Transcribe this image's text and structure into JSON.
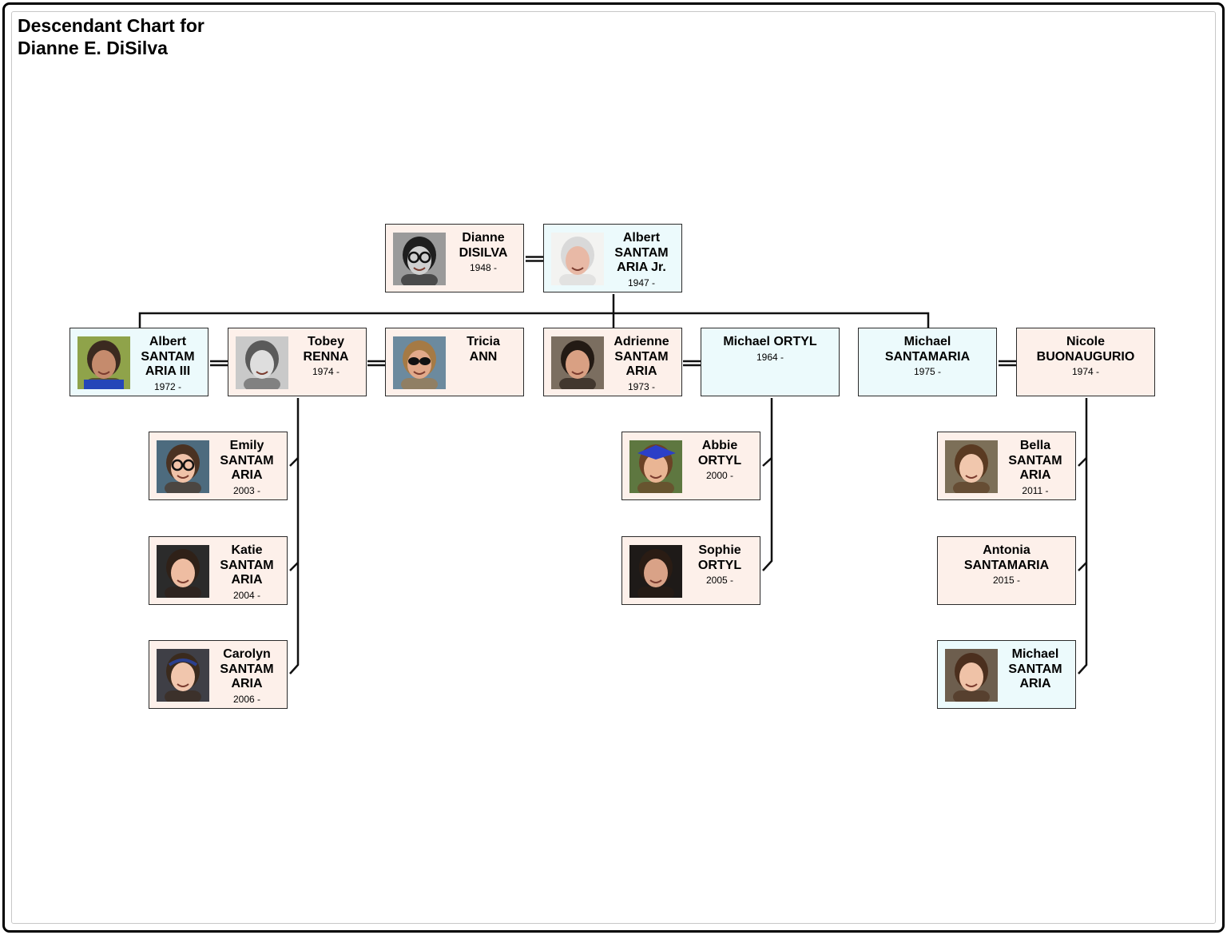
{
  "title": {
    "line1": "Descendant Chart for",
    "line2": "Dianne E. DiSilva"
  },
  "colors": {
    "female_box": "#fdf0ea",
    "male_box": "#ecfafc",
    "line": "#111111"
  },
  "people": {
    "dianne": {
      "name": "Dianne\nDISILVA",
      "dates": "1948 -",
      "sex": "female",
      "photo": "portrait-photo-bw-glasses"
    },
    "albert_jr": {
      "name": "Albert\nSANTAM\nARIA Jr.",
      "dates": "1947 -",
      "sex": "male",
      "photo": "portrait-photo-older-man"
    },
    "albert_iii": {
      "name": "Albert\nSANTAM\nARIA III",
      "dates": "1972 -",
      "sex": "male",
      "photo": "portrait-photo-man-beard"
    },
    "tobey": {
      "name": "Tobey\nRENNA",
      "dates": "1974 -",
      "sex": "female",
      "photo": "portrait-photo-sketch-woman"
    },
    "tricia": {
      "name": "Tricia\nANN",
      "dates": "",
      "sex": "female",
      "photo": "portrait-photo-woman-sunglasses"
    },
    "adrienne": {
      "name": "Adrienne\nSANTAM\nARIA",
      "dates": "1973 -",
      "sex": "female",
      "photo": "portrait-photo-woman-dark-hair"
    },
    "michael_ortyl": {
      "name": "Michael ORTYL",
      "dates": "1964 -",
      "sex": "male",
      "photo": ""
    },
    "michael_sm": {
      "name": "Michael\nSANTAMARIA",
      "dates": "1975 -",
      "sex": "male",
      "photo": ""
    },
    "nicole": {
      "name": "Nicole\nBUONAUGURIO",
      "dates": "1974 -",
      "sex": "female",
      "photo": ""
    },
    "emily": {
      "name": "Emily\nSANTAM\nARIA",
      "dates": "2003 -",
      "sex": "female",
      "photo": "portrait-photo-girl-glasses"
    },
    "katie": {
      "name": "Katie\nSANTAM\nARIA",
      "dates": "2004 -",
      "sex": "female",
      "photo": "portrait-photo-girl-smiling"
    },
    "carolyn": {
      "name": "Carolyn\nSANTAM\nARIA",
      "dates": "2006 -",
      "sex": "female",
      "photo": "portrait-photo-girl-headband"
    },
    "abbie": {
      "name": "Abbie\nORTYL",
      "dates": "2000 -",
      "sex": "female",
      "photo": "portrait-photo-graduate-cap"
    },
    "sophie": {
      "name": "Sophie\nORTYL",
      "dates": "2005 -",
      "sex": "female",
      "photo": "portrait-photo-girl-laughing"
    },
    "bella": {
      "name": "Bella\nSANTAM\nARIA",
      "dates": "2011 -",
      "sex": "female",
      "photo": "portrait-photo-toddler-girl"
    },
    "antonia": {
      "name": "Antonia\nSANTAMARIA",
      "dates": "2015 -",
      "sex": "female",
      "photo": ""
    },
    "michael_jr_child": {
      "name": "Michael\nSANTAM\nARIA",
      "dates": "",
      "sex": "male",
      "photo": "portrait-photo-toddler-boy"
    }
  },
  "relations": {
    "couples": [
      [
        "dianne",
        "albert_jr"
      ],
      [
        "albert_iii",
        "tobey"
      ],
      [
        "tobey",
        "tricia"
      ],
      [
        "adrienne",
        "michael_ortyl"
      ],
      [
        "michael_sm",
        "nicole"
      ]
    ],
    "children_of": [
      {
        "parents": [
          "dianne",
          "albert_jr"
        ],
        "children": [
          "albert_iii",
          "adrienne",
          "michael_sm"
        ]
      },
      {
        "parents": [
          "albert_iii",
          "tobey"
        ],
        "children": [
          "emily",
          "katie",
          "carolyn"
        ]
      },
      {
        "parents": [
          "adrienne",
          "michael_ortyl"
        ],
        "children": [
          "abbie",
          "sophie"
        ]
      },
      {
        "parents": [
          "michael_sm",
          "nicole"
        ],
        "children": [
          "bella",
          "antonia",
          "michael_jr_child"
        ]
      }
    ]
  }
}
